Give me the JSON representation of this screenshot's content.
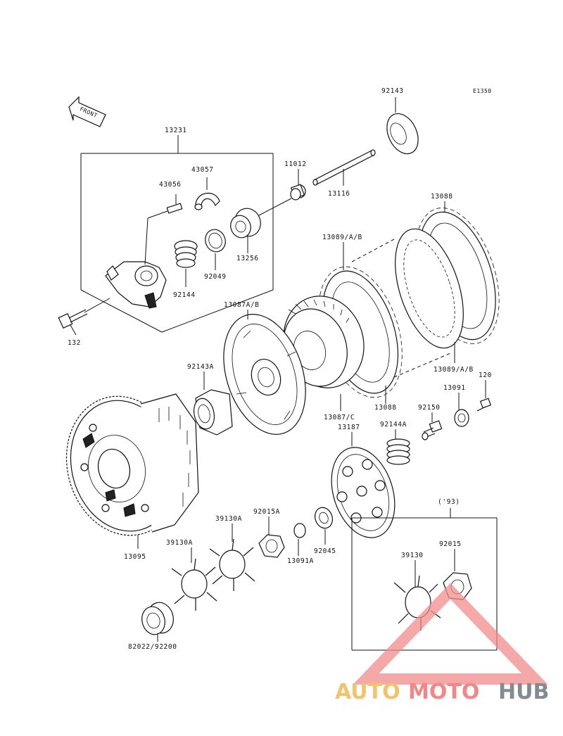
{
  "diagram_code": "E1350",
  "front_label": "FRONT",
  "year_note": "('93)",
  "parts": {
    "p92143": "92143",
    "p13231": "13231",
    "p43057": "43057",
    "p43056": "43056",
    "p11012": "11012",
    "p13116": "13116",
    "p13088_top": "13088",
    "p13256": "13256",
    "p92049": "92049",
    "p92144": "92144",
    "p13089ab_top": "13089/A/B",
    "p132": "132",
    "p13087ab": "13087A/B",
    "p92143a": "92143A",
    "p13089ab_bot": "13089/A/B",
    "p120": "120",
    "p13091": "13091",
    "p92150": "92150",
    "p13088_bot": "13088",
    "p13087c": "13087/C",
    "p13187": "13187",
    "p92144a": "92144A",
    "p13095": "13095",
    "p39130a_1": "39130A",
    "p92015a": "92015A",
    "p92045": "92045",
    "p13091a": "13091A",
    "p39130a_2": "39130A",
    "p39130": "39130",
    "p92015": "92015",
    "p82022": "82022/92200"
  },
  "watermark": {
    "part1": "AUTO",
    "part2": "MOTO",
    "part3": "HUB",
    "colors": {
      "auto": "#f0b03c",
      "moto": "#f06060",
      "hub": "#5a6470",
      "triangle": "#f28c8c"
    }
  }
}
